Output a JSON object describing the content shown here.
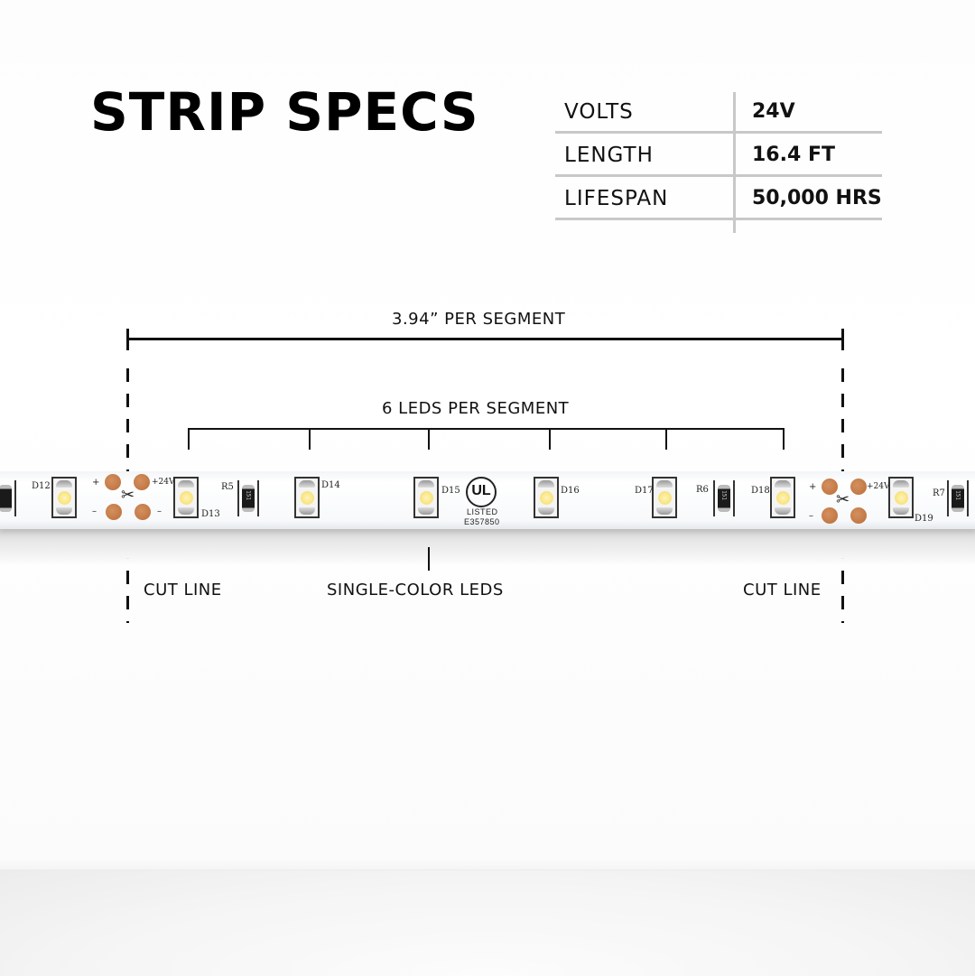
{
  "title": "STRIP SPECS",
  "specs": [
    {
      "label": "VOLTS",
      "value": "24V"
    },
    {
      "label": "LENGTH",
      "value": "16.4 FT"
    },
    {
      "label": "LIFESPAN",
      "value": "50,000 HRS"
    }
  ],
  "diagram": {
    "segment_length_label": "3.94” PER SEGMENT",
    "leds_per_segment_label": "6 LEDS PER SEGMENT",
    "cut_line_left": "CUT LINE",
    "cut_line_right": "CUT LINE",
    "led_type_label": "SINGLE-COLOR LEDS"
  },
  "strip": {
    "led_designators": [
      "D12",
      "D13",
      "D14",
      "D15",
      "D16",
      "D17",
      "D18",
      "D19"
    ],
    "resistor_designators": [
      "R5",
      "R6",
      "R7"
    ],
    "resistor_code": "151",
    "pad_labels": {
      "plus": "+",
      "minus": "–",
      "voltage": "+24V"
    },
    "certification": {
      "mark": "UL",
      "status": "LISTED",
      "file_number": "E357850"
    }
  },
  "colors": {
    "text": "#111111",
    "divider": "#c8c8c8",
    "led": "#f8e27a",
    "pad": "#c67a45"
  }
}
